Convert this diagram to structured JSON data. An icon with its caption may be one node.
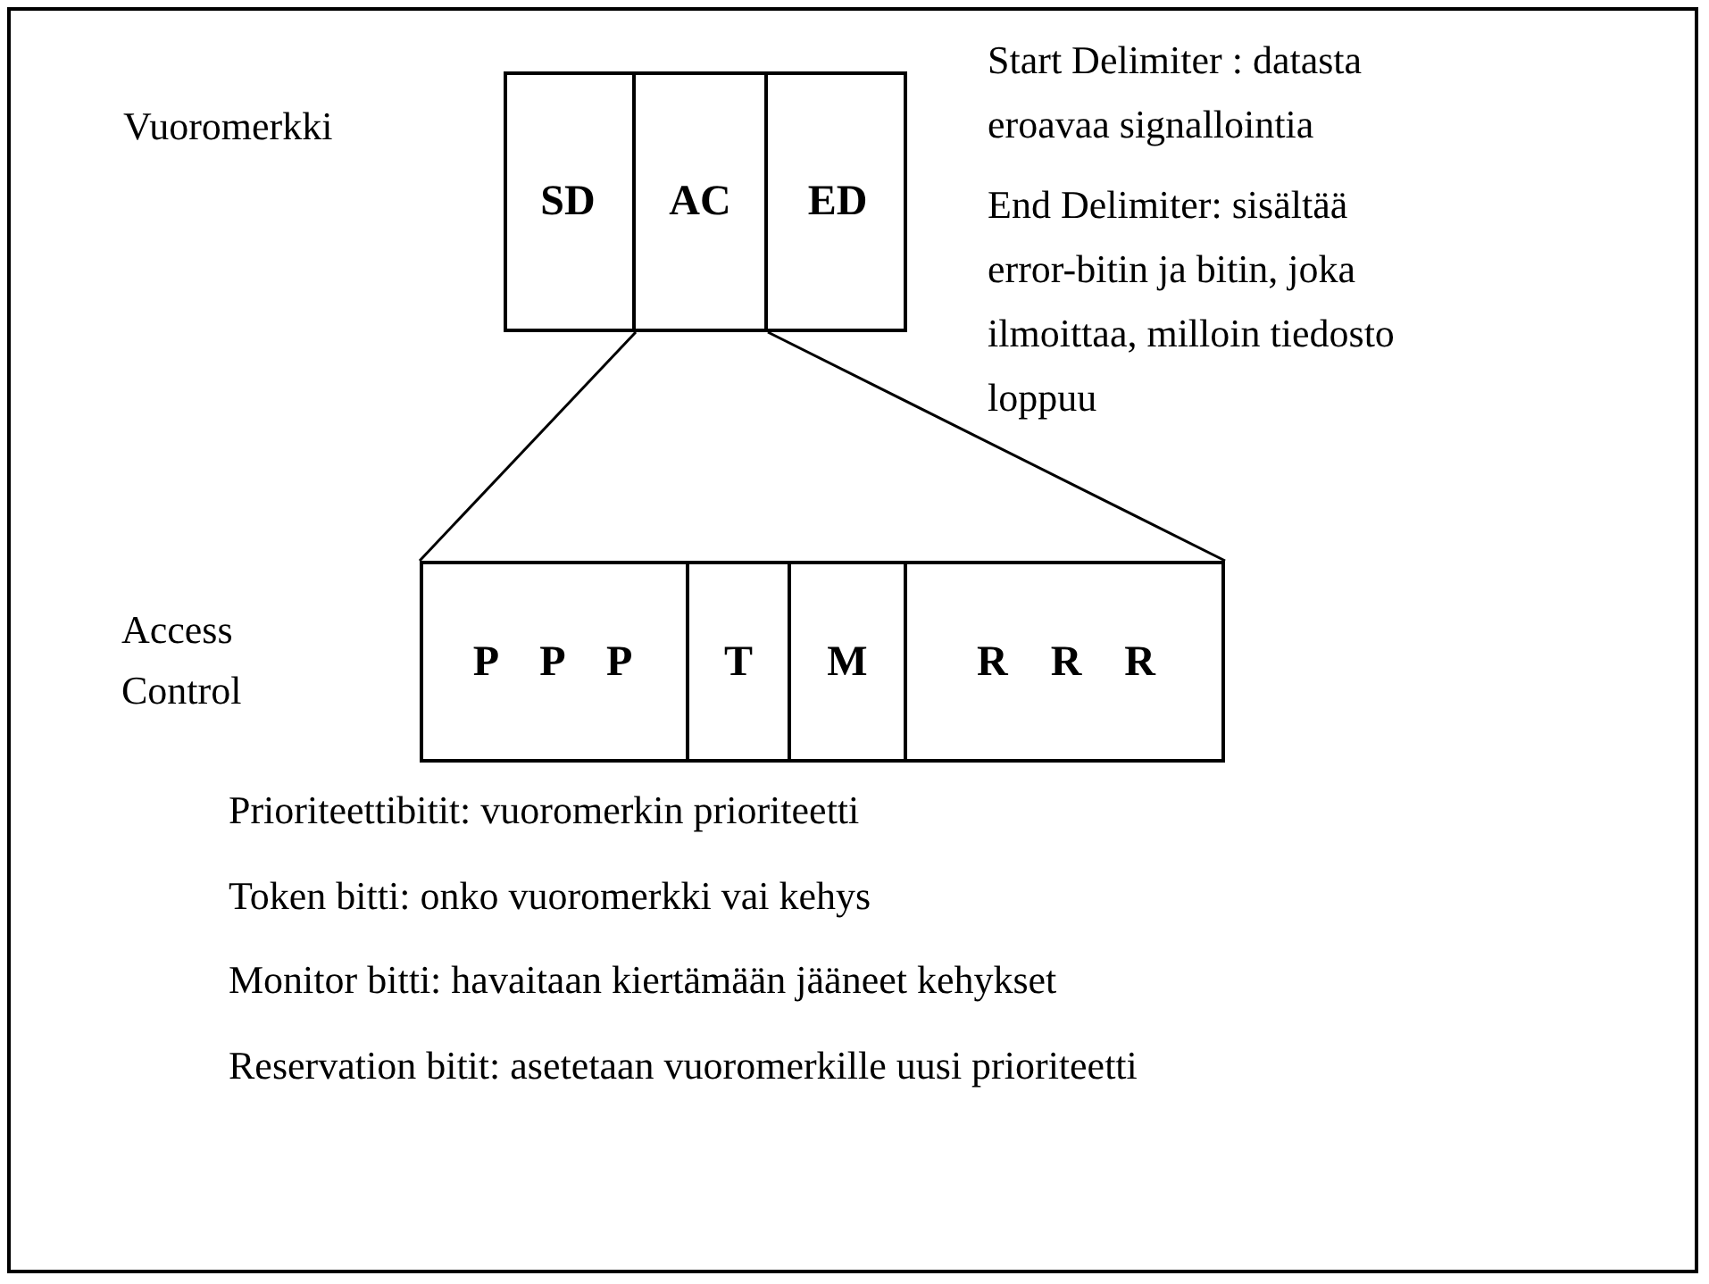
{
  "diagram": {
    "nodes": [
      {
        "text": [
          "Vuoromerkki"
        ]
      },
      {
        "text": [
          "SD"
        ],
        "in": 0
      },
      {
        "text": [
          "AC"
        ],
        "in": 0
      },
      {
        "text": [
          "ED"
        ],
        "in": 0
      },
      {
        "text": [
          "Access Control"
        ]
      },
      {
        "text": [
          "P P P"
        ],
        "in": 4
      },
      {
        "text": [
          "T"
        ],
        "in": 4
      },
      {
        "text": [
          "M"
        ],
        "in": 4
      },
      {
        "text": [
          "R R R"
        ],
        "in": 4
      }
    ],
    "edges": [
      {
        "from": 2,
        "to": 4,
        "arrow": "none"
      },
      {
        "from": 2,
        "to": 4,
        "arrow": "none"
      }
    ],
    "labels": [
      "Start Delimiter : datasta eroavaa signallointia",
      "End Delimiter: sisältää error-bitin ja bitin, joka ilmoittaa, milloin tiedosto loppuu",
      "Prioriteettibitit: vuoromerkin prioriteetti",
      "Token bitti: onko vuoromerkki vai kehys",
      "Monitor bitti: havaitaan kiertämään jääneet kehykset",
      "Reservation bitit: asetetaan vuoromerkille uusi prioriteetti"
    ]
  }
}
